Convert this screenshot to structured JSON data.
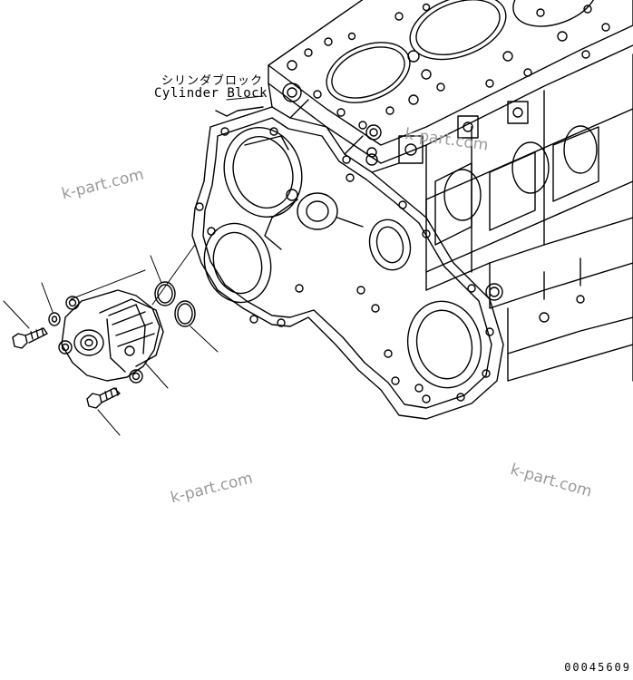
{
  "labels": {
    "part_name_jp": "シリンダブロック",
    "part_name_en": "Cylinder Block"
  },
  "watermarks": [
    "k-part.com",
    "k-part.com",
    "k-part.com",
    "k-part.com"
  ],
  "drawing_number": "00045609"
}
